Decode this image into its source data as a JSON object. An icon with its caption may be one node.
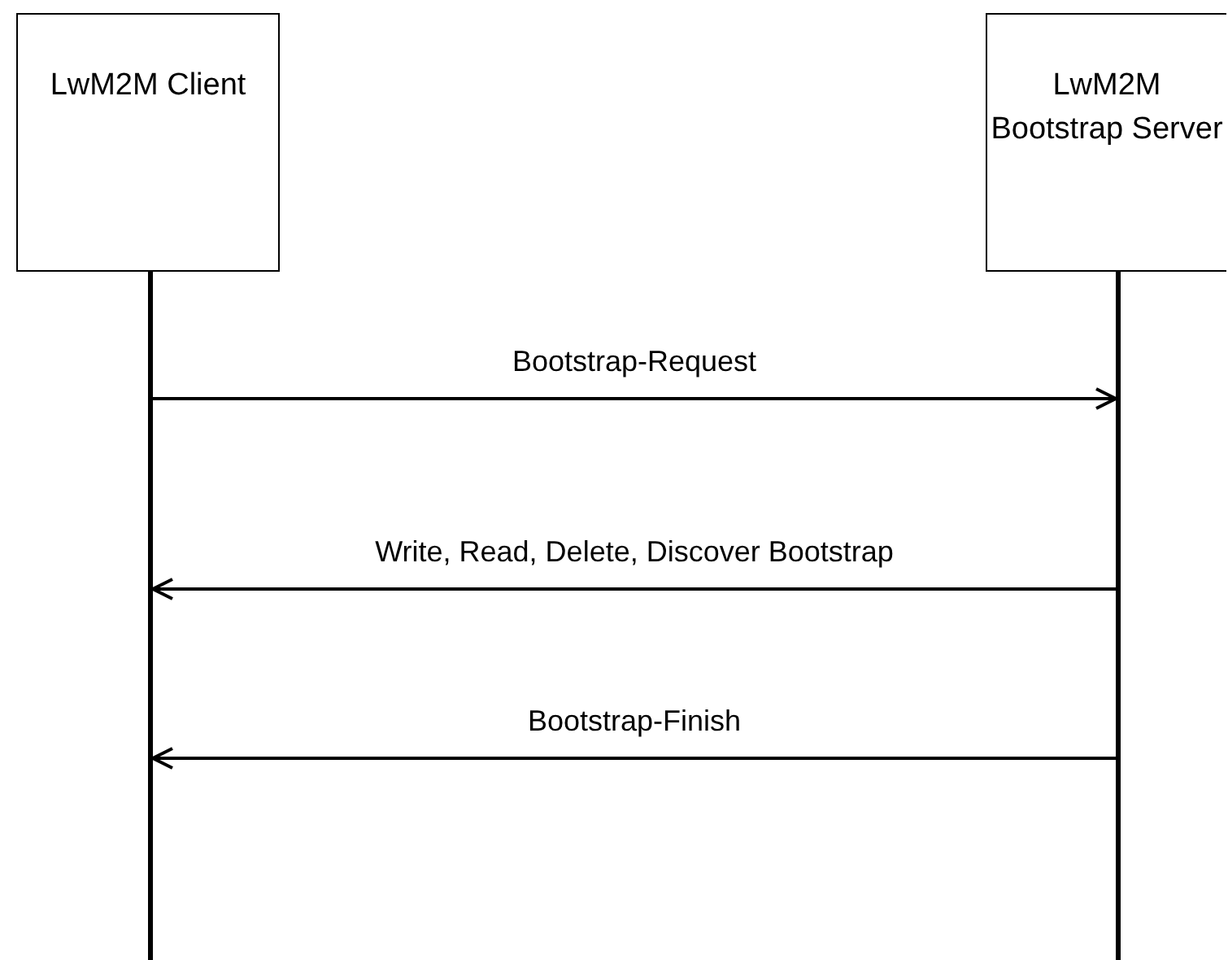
{
  "diagram": {
    "nodes": [
      {
        "text": [
          "LwM2M Client"
        ]
      },
      {
        "text": [
          "LwM2M Bootstrap Server"
        ]
      },
      {
        "text": [],
        "shape": "bar"
      },
      {
        "text": [],
        "shape": "bar"
      }
    ],
    "edges": [
      {
        "from": 2,
        "to": 3,
        "arrow": "to",
        "label": "Bootstrap-Request"
      },
      {
        "from": 3,
        "to": 2,
        "arrow": "to",
        "label": "Write, Read, Delete, Discover Bootstrap"
      },
      {
        "from": 3,
        "to": 2,
        "arrow": "to",
        "label": "Bootstrap-Finish"
      }
    ]
  }
}
